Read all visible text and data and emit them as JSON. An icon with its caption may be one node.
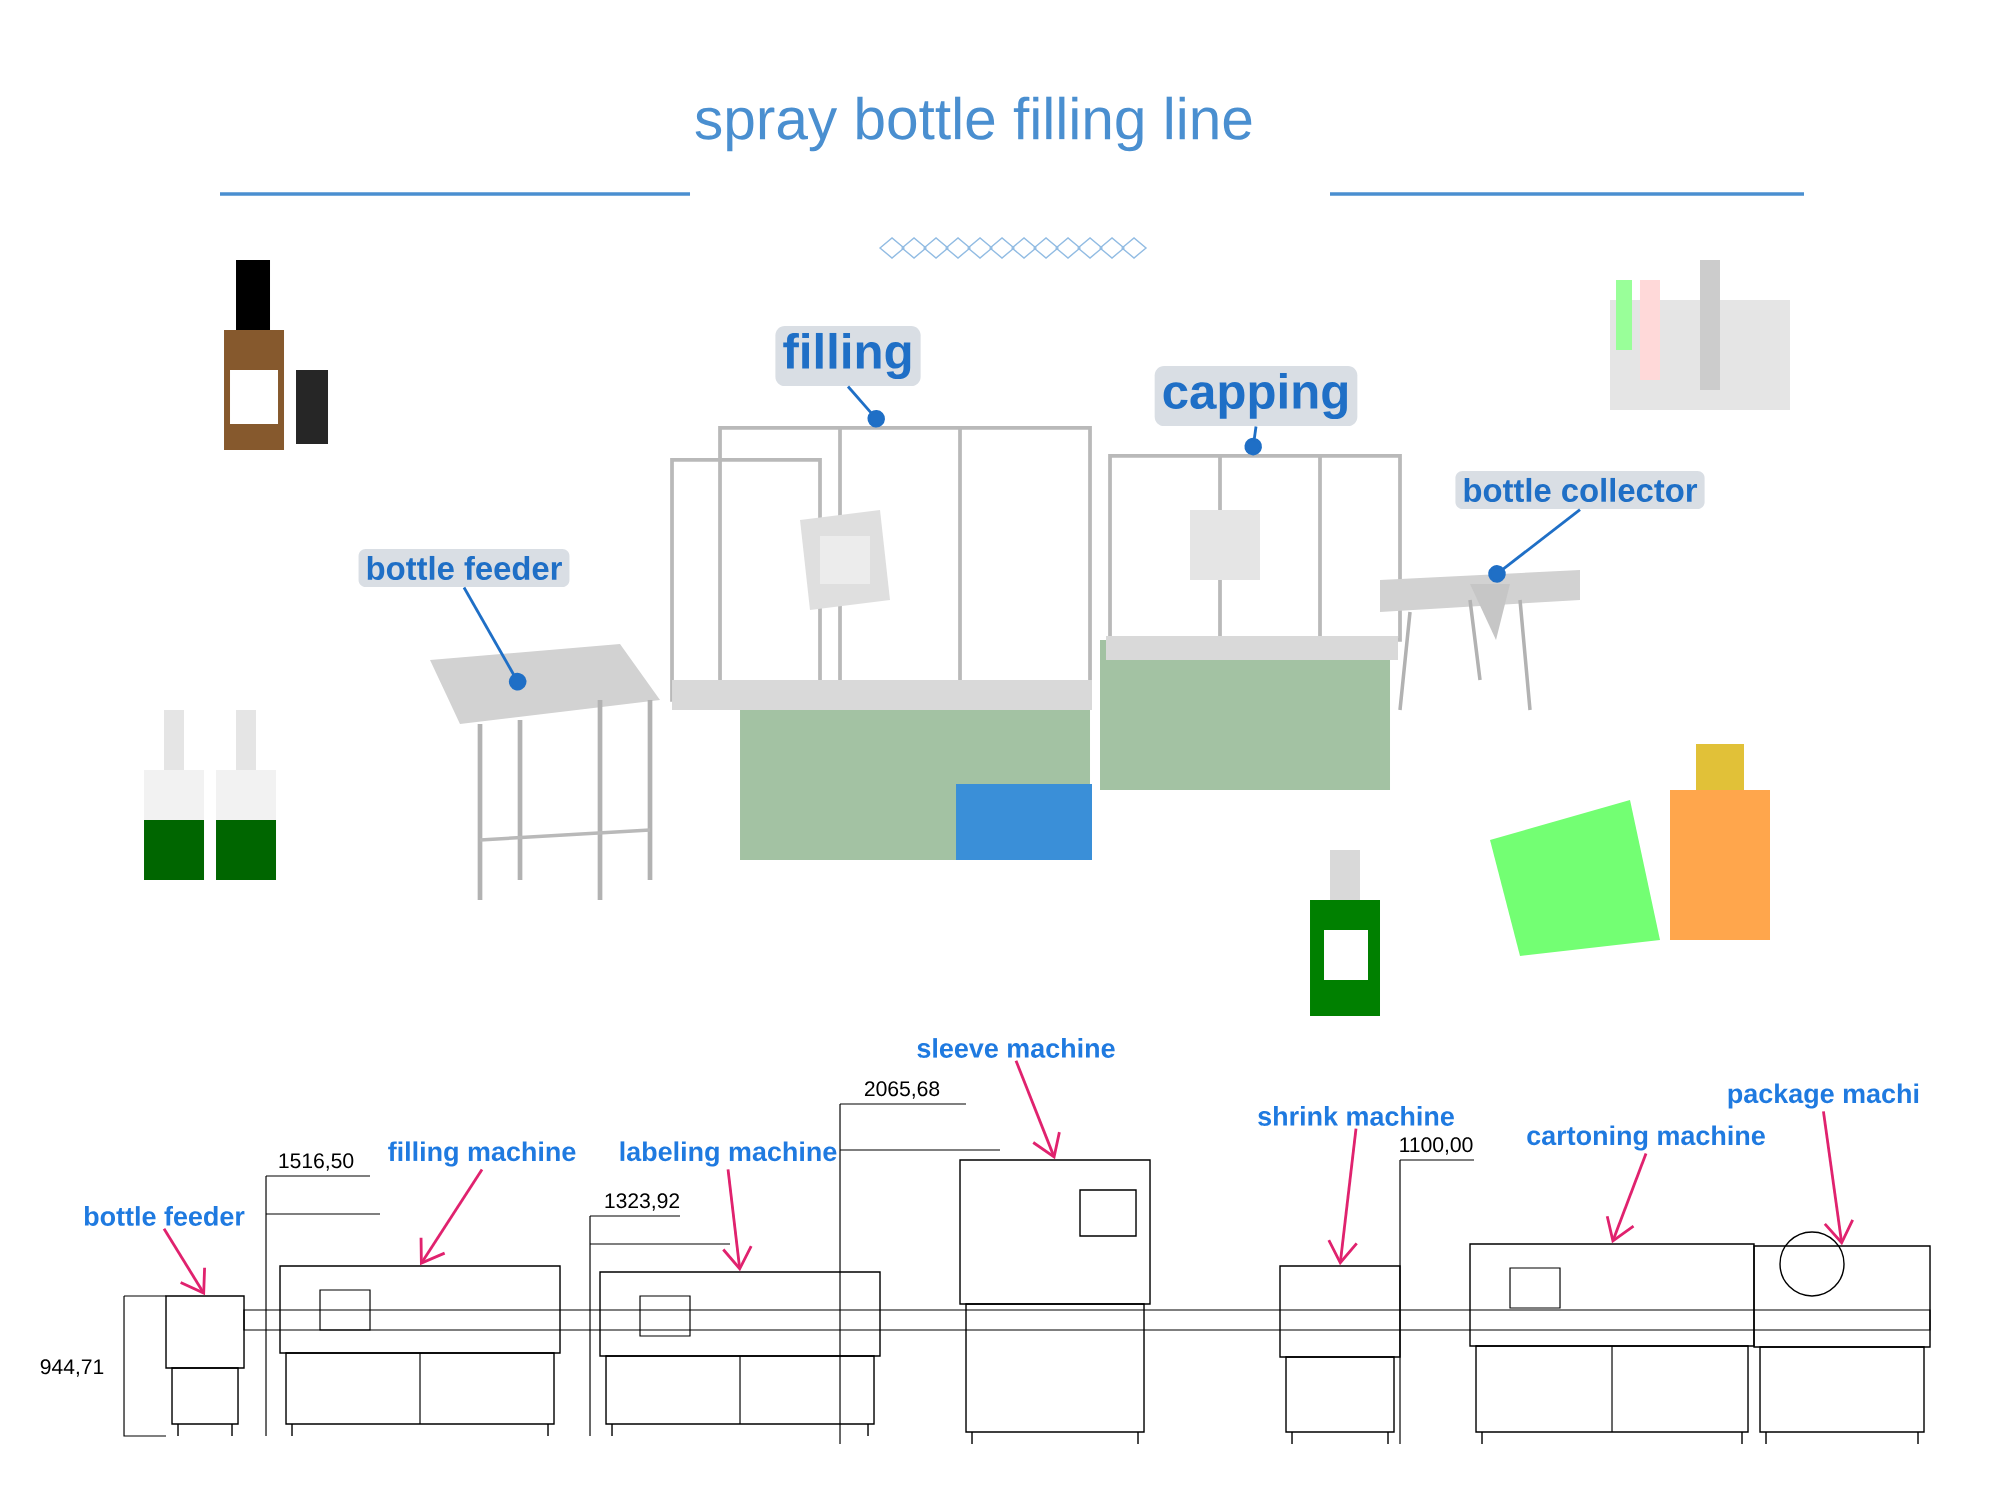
{
  "diagram": {
    "title": "spray bottle filling line",
    "nodes": [
      {
        "text": [
          "bottle feeder"
        ]
      },
      {
        "text": [
          "filling"
        ]
      },
      {
        "text": [
          "capping"
        ]
      },
      {
        "text": [
          "bottle collector"
        ]
      },
      {
        "text": [],
        "shape": "picture"
      },
      {
        "text": [],
        "shape": "picture"
      },
      {
        "text": [],
        "shape": "picture"
      },
      {
        "text": [],
        "shape": "picture"
      },
      {
        "text": [
          "bottle feeder"
        ]
      },
      {
        "text": [
          "filling machine"
        ]
      },
      {
        "text": [
          "labeling machine"
        ]
      },
      {
        "text": [
          "sleeve machine"
        ]
      },
      {
        "text": [
          "shrink machine"
        ]
      },
      {
        "text": [
          "cartoning machine"
        ]
      },
      {
        "text": [
          "package machi"
        ]
      },
      {
        "text": [],
        "shape": "box"
      },
      {
        "text": [],
        "shape": "box"
      },
      {
        "text": [],
        "shape": "box"
      },
      {
        "text": [],
        "shape": "box"
      },
      {
        "text": [],
        "shape": "box"
      },
      {
        "text": [],
        "shape": "box"
      },
      {
        "text": [],
        "shape": "box"
      }
    ],
    "edges": [
      {
        "from": 0,
        "to": 4,
        "arrow": "other",
        "color": "#1f6fc6"
      },
      {
        "from": 1,
        "to": 5,
        "arrow": "other",
        "color": "#1f6fc6"
      },
      {
        "from": 2,
        "to": 6,
        "arrow": "other",
        "color": "#1f6fc6"
      },
      {
        "from": 3,
        "to": 7,
        "arrow": "other",
        "color": "#1f6fc6"
      },
      {
        "from": 8,
        "to": 15,
        "arrow": "to"
      },
      {
        "from": 9,
        "to": 16,
        "arrow": "to"
      },
      {
        "from": 10,
        "to": 17,
        "arrow": "to"
      },
      {
        "from": 11,
        "to": 18,
        "arrow": "to"
      },
      {
        "from": 12,
        "to": 19,
        "arrow": "to"
      },
      {
        "from": 13,
        "to": 20,
        "arrow": "to"
      },
      {
        "from": 14,
        "to": 21,
        "arrow": "to"
      }
    ],
    "labels": [
      "2065,68",
      "1100,00",
      "1516,50",
      "1323,92",
      "944,71"
    ]
  }
}
